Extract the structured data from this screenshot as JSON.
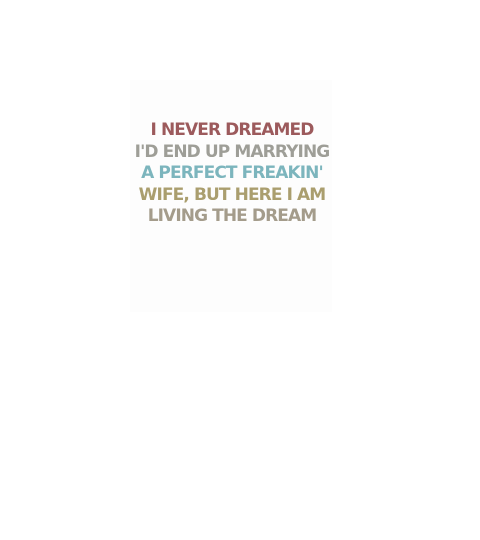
{
  "design": {
    "lines": [
      {
        "text": "I NEVER DREAMED",
        "color": "#9c5a5c"
      },
      {
        "text": "I'D END UP MARRYING",
        "color": "#9e9e97"
      },
      {
        "text": "A PERFECT FREAKIN'",
        "color": "#7cb5bd"
      },
      {
        "text": "WIFE, BUT HERE I AM",
        "color": "#aa9e6e"
      },
      {
        "text": "LIVING THE DREAM",
        "color": "#a49c8b"
      }
    ]
  }
}
